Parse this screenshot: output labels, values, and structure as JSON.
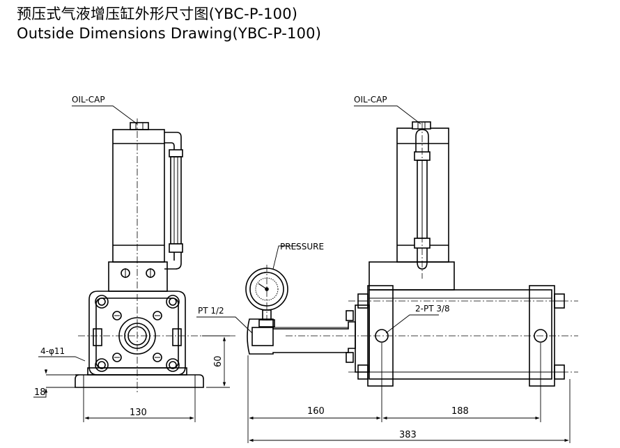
{
  "title_cn": "预压式气液增压缸外形尺寸图(YBC-P-100)",
  "title_en": "Outside Dimensions Drawing(YBC-P-100)",
  "labels": {
    "oil_cap_left": "OIL-CAP",
    "oil_cap_right": "OIL-CAP",
    "pressure": "PRESSURE",
    "pt_half": "PT 1/2",
    "pt_three_eighths": "2-PT 3/8",
    "holes": "4-φ11"
  },
  "dimensions": {
    "d18": "18",
    "d60": "60",
    "d130": "130",
    "d160": "160",
    "d188": "188",
    "d383": "383"
  }
}
